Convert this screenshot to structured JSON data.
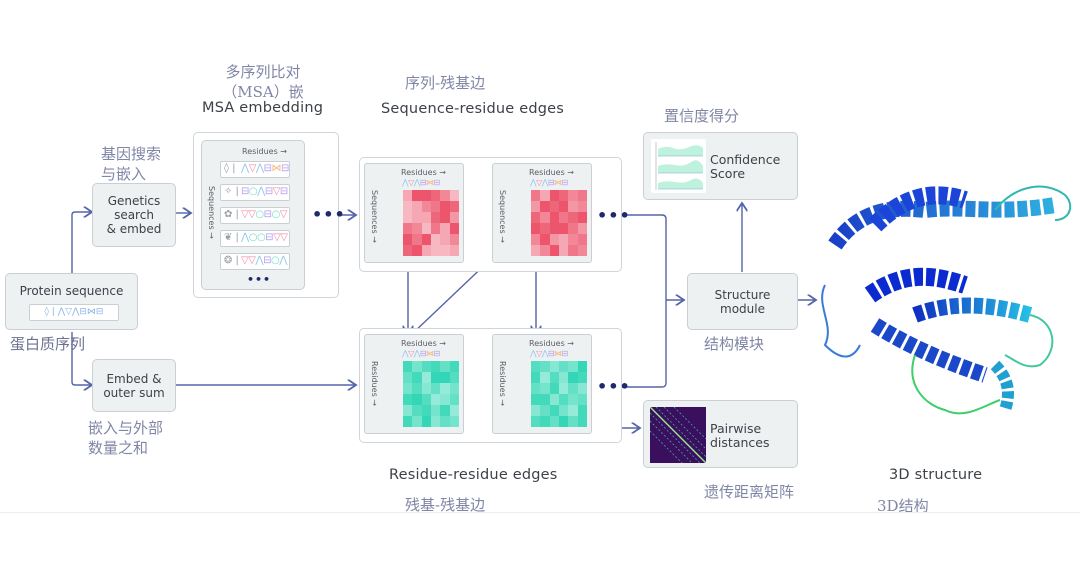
{
  "nodes": {
    "protein_sequence": {
      "label": "Protein sequence",
      "zh": "蛋白质序列",
      "glyphs": "◊ | ⋀▽⋀⊟⋈⊟"
    },
    "genetics": {
      "label_lines": [
        "Genetics",
        "search",
        "& embed"
      ],
      "zh_lines": [
        "基因搜索",
        "与嵌入"
      ]
    },
    "embed_outer": {
      "label_lines": [
        "Embed &",
        "outer sum"
      ],
      "zh_lines": [
        "嵌入与外部",
        "数量之和"
      ]
    },
    "msa": {
      "title": "MSA embedding",
      "zh_lines": [
        "多序列比对",
        "（MSA）嵌"
      ],
      "residues_label": "Residues →",
      "sequences_label": "Sequences →",
      "rows": [
        {
          "icon": "◊",
          "glyphs": "⋀▽⋀⊟⋈⊟"
        },
        {
          "icon": "✧",
          "glyphs": "⊟○⋀⊟▽⊟"
        },
        {
          "icon": "✿",
          "glyphs": "▽▽○⊟○▽"
        },
        {
          "icon": "❦",
          "glyphs": "⋀○○⊟▽▽"
        },
        {
          "icon": "❂",
          "glyphs": "▽▽⋀⊟○⋀"
        }
      ],
      "more": "•••"
    },
    "seq_residue": {
      "title": "Sequence-residue edges",
      "zh": "序列-残基边",
      "residues_label": "Residues →",
      "side_label": "Sequences →",
      "glyphs": "⋀▽⋀⊟⋈⊟",
      "matrix_a": [
        [
          0.3,
          0.8,
          0.8,
          0.7,
          0.5,
          0.2
        ],
        [
          0.2,
          0.3,
          0.5,
          0.6,
          0.8,
          0.7
        ],
        [
          0.2,
          0.3,
          0.3,
          0.7,
          0.8,
          0.4
        ],
        [
          0.6,
          0.5,
          0.2,
          0.6,
          0.3,
          0.8
        ],
        [
          0.8,
          0.6,
          0.8,
          0.2,
          0.3,
          0.5
        ],
        [
          0.7,
          0.8,
          0.3,
          0.2,
          0.2,
          0.3
        ]
      ],
      "matrix_b": [
        [
          0.6,
          0.3,
          0.8,
          0.7,
          0.5,
          0.6
        ],
        [
          0.4,
          0.8,
          0.7,
          0.8,
          0.4,
          0.5
        ],
        [
          0.7,
          0.5,
          0.8,
          0.6,
          0.7,
          0.8
        ],
        [
          0.8,
          0.7,
          0.8,
          0.8,
          0.6,
          0.4
        ],
        [
          0.5,
          0.8,
          0.4,
          0.3,
          0.5,
          0.6
        ],
        [
          0.3,
          0.5,
          0.8,
          0.3,
          0.6,
          0.5
        ]
      ],
      "more": "•••"
    },
    "residue_residue": {
      "title": "Residue-residue edges",
      "zh": "残基-残基边",
      "residues_label": "Residues →",
      "side_label": "Residues →",
      "glyphs": "⋀▽⋀⊟⋈⊟",
      "matrix_a": [
        [
          0.8,
          0.5,
          0.7,
          0.8,
          0.6,
          0.8
        ],
        [
          0.6,
          0.8,
          0.3,
          0.9,
          0.9,
          0.7
        ],
        [
          0.5,
          0.7,
          0.4,
          0.6,
          0.3,
          0.5
        ],
        [
          0.8,
          0.9,
          0.7,
          0.3,
          0.4,
          0.6
        ],
        [
          0.4,
          0.7,
          0.8,
          0.5,
          0.8,
          0.3
        ],
        [
          0.8,
          0.5,
          0.9,
          0.4,
          0.6,
          0.5
        ]
      ],
      "matrix_b": [
        [
          0.7,
          0.6,
          0.4,
          0.6,
          0.5,
          0.9
        ],
        [
          0.8,
          0.3,
          0.7,
          0.4,
          0.9,
          0.8
        ],
        [
          0.6,
          0.5,
          0.8,
          0.3,
          0.6,
          0.4
        ],
        [
          0.8,
          0.8,
          0.4,
          0.7,
          0.5,
          0.6
        ],
        [
          0.4,
          0.6,
          0.8,
          0.5,
          0.3,
          0.8
        ],
        [
          0.7,
          0.8,
          0.6,
          0.9,
          0.6,
          0.8
        ]
      ],
      "more": "•••"
    },
    "confidence": {
      "label_lines": [
        "Confidence",
        "Score"
      ],
      "zh": "置信度得分"
    },
    "structure_module": {
      "label_lines": [
        "Structure",
        "module"
      ],
      "zh": "结构模块"
    },
    "pairwise": {
      "label_lines": [
        "Pairwise",
        "distances"
      ],
      "zh": "遗传距离矩阵"
    },
    "structure3d": {
      "label": "3D structure",
      "zh": "3D结构"
    }
  },
  "colors": {
    "arrow": "#5563a8",
    "red_high": "#e8344f",
    "red_low": "#fbd9df",
    "teal_high": "#22d3b0",
    "teal_low": "#c8f4ea",
    "zh_text": "#8086a6"
  }
}
